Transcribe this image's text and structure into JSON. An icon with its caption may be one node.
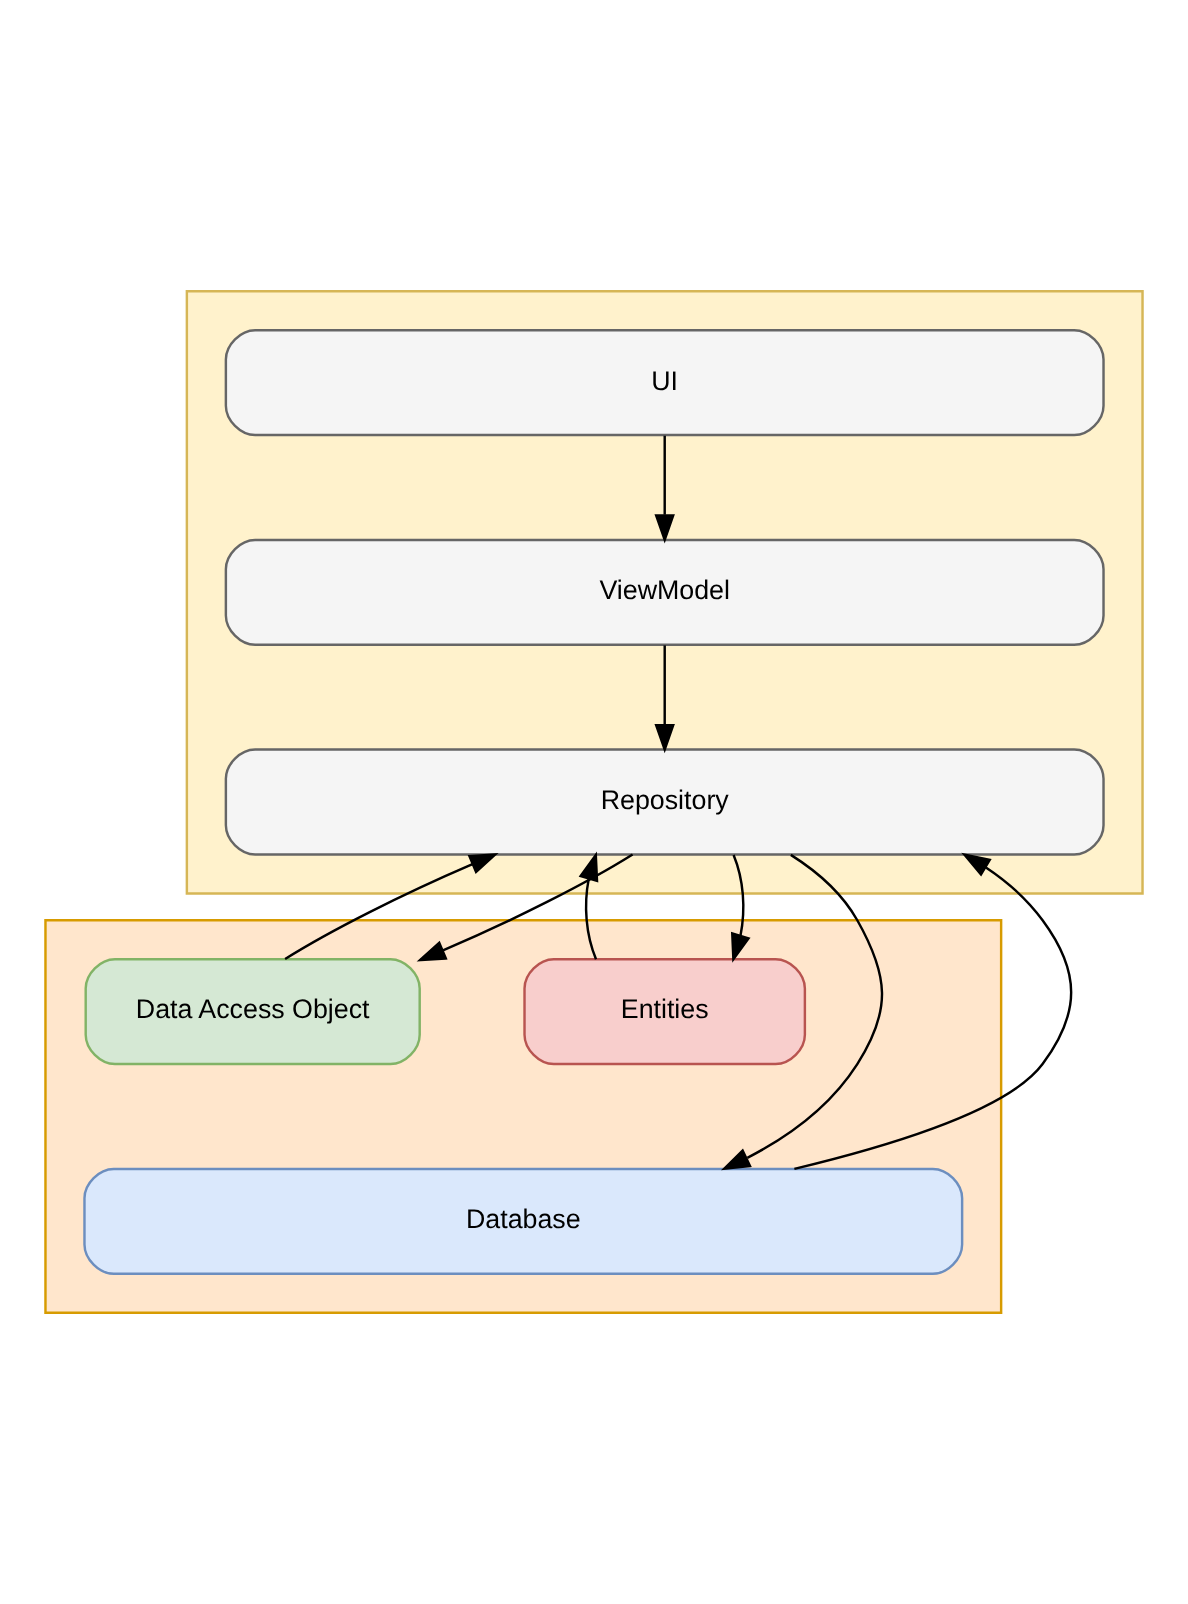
{
  "diagram": {
    "nodes": [
      {
        "text": [],
        "shape": "box"
      },
      {
        "text": [
          "UI"
        ],
        "in": 0
      },
      {
        "text": [
          "ViewModel"
        ],
        "in": 0
      },
      {
        "text": [
          "Repository"
        ],
        "in": 0
      },
      {
        "text": [],
        "shape": "box"
      },
      {
        "text": [
          "Entities"
        ],
        "in": 4
      },
      {
        "text": [
          "Data Access Object"
        ],
        "in": 4
      },
      {
        "text": [
          "Database"
        ],
        "in": 4
      }
    ],
    "edges": [
      {
        "from": 1,
        "to": 2,
        "arrow": "to"
      },
      {
        "from": 2,
        "to": 3,
        "arrow": "to"
      },
      {
        "from": 7,
        "to": 3,
        "arrow": "to"
      },
      {
        "from": 3,
        "to": 7,
        "arrow": "to"
      },
      {
        "from": 6,
        "to": 3,
        "arrow": "to"
      },
      {
        "from": 3,
        "to": 6,
        "arrow": "to"
      },
      {
        "from": 5,
        "to": 3,
        "arrow": "to"
      },
      {
        "from": 3,
        "to": 5,
        "arrow": "to"
      }
    ]
  }
}
